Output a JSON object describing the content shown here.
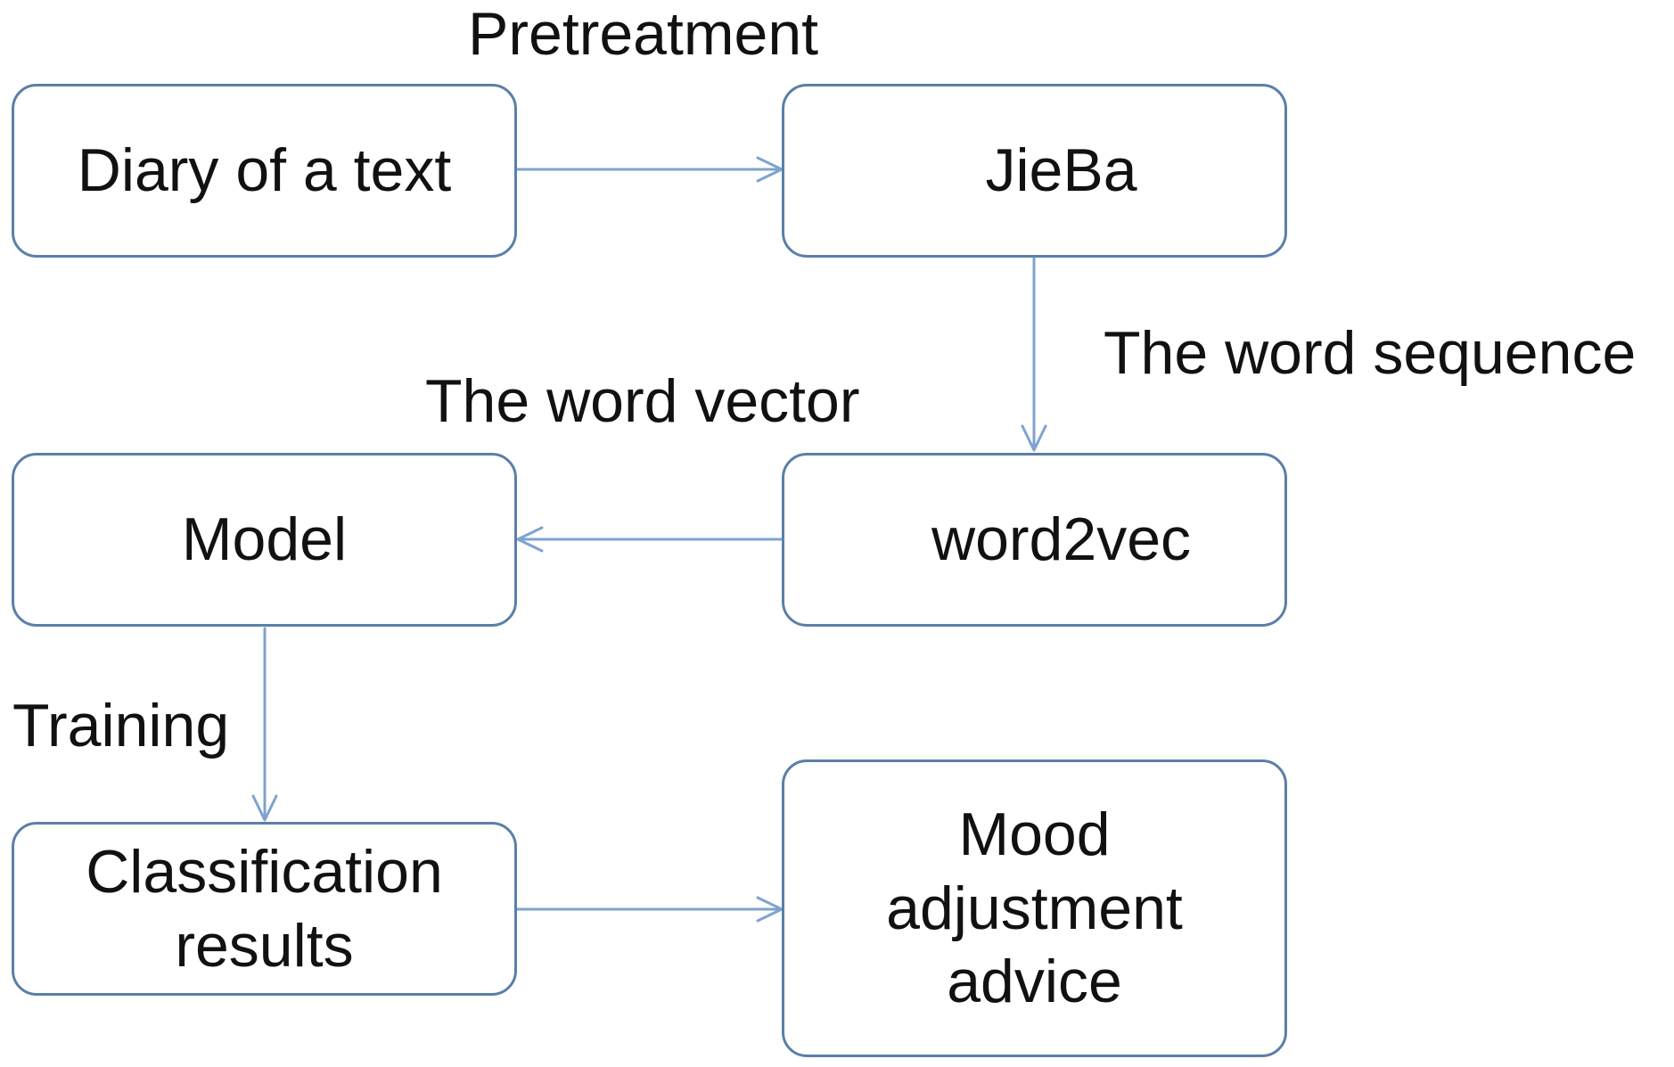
{
  "colors": {
    "box_border": "#5b7fa8",
    "arrow": "#7ea3cf",
    "text": "#111111",
    "background": "#ffffff"
  },
  "nodes": {
    "diary": {
      "label": "Diary of a text"
    },
    "jieba": {
      "label": "JieBa"
    },
    "word2vec": {
      "label": "word2vec"
    },
    "model": {
      "label": "Model"
    },
    "classification": {
      "label": "Classification\nresults"
    },
    "advice": {
      "label": "Mood\nadjustment\nadvice"
    }
  },
  "edges": {
    "pretreatment": {
      "label": "Pretreatment",
      "from": "diary",
      "to": "jieba"
    },
    "word_sequence": {
      "label": "The word sequence",
      "from": "jieba",
      "to": "word2vec"
    },
    "word_vector": {
      "label": "The word vector",
      "from": "word2vec",
      "to": "model"
    },
    "training": {
      "label": "Training",
      "from": "model",
      "to": "classification"
    },
    "output": {
      "from": "classification",
      "to": "advice"
    }
  }
}
